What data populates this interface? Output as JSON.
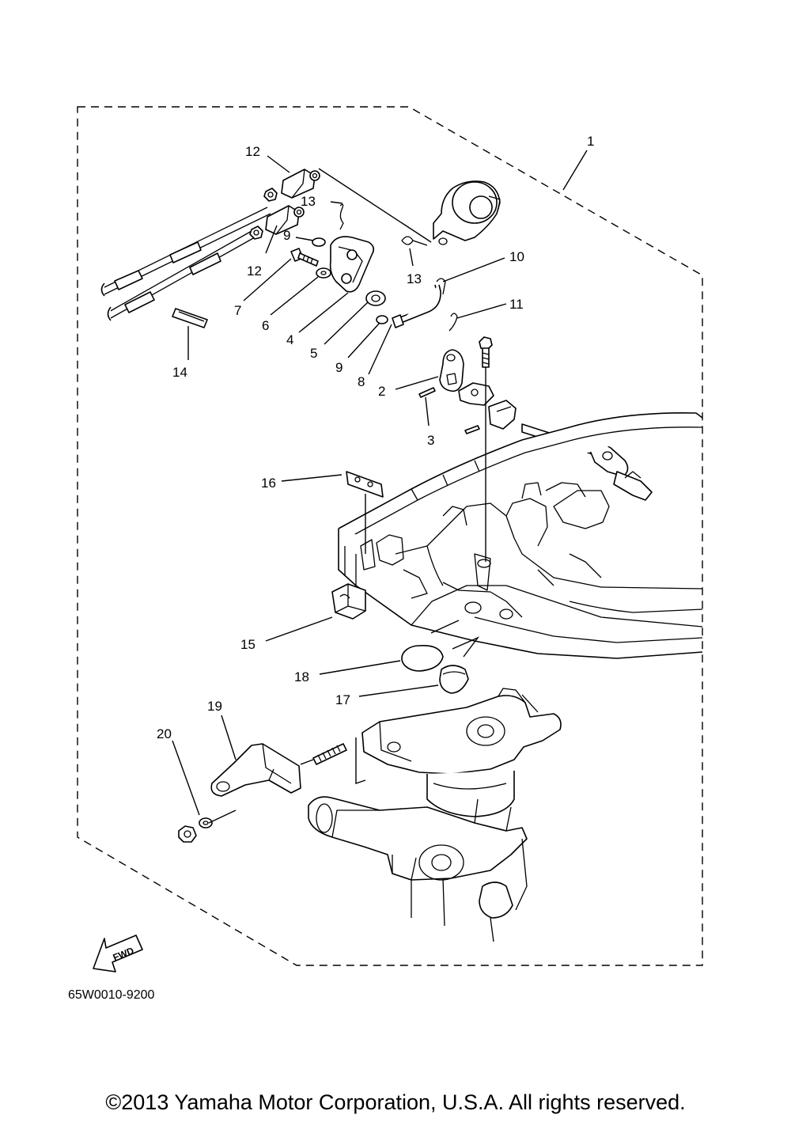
{
  "part_labels": {
    "p1": "1",
    "p2": "2",
    "p3": "3",
    "p4": "4",
    "p5": "5",
    "p6": "6",
    "p7": "7",
    "p8": "8",
    "p9a": "9",
    "p9b": "9",
    "p10": "10",
    "p11": "11",
    "p12a": "12",
    "p12b": "12",
    "p13a": "13",
    "p13b": "13",
    "p14": "14",
    "p15": "15",
    "p16": "16",
    "p17": "17",
    "p18": "18",
    "p19": "19",
    "p20": "20"
  },
  "fwd_label": "FWD",
  "diagram_code": "65W0010-9200",
  "copyright": "©2013 Yamaha Motor Corporation, U.S.A. All rights reserved."
}
